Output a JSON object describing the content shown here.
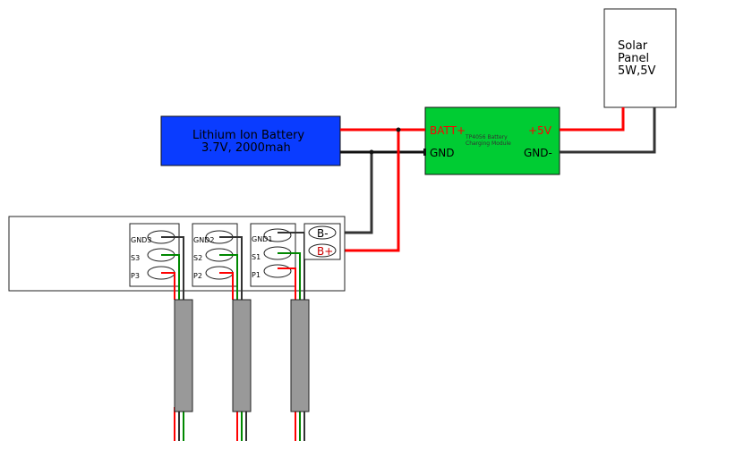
{
  "solar_panel": {
    "line1": "Solar",
    "line2": "Panel",
    "line3": "5W,5V"
  },
  "battery": {
    "line1": "Lithium Ion Battery",
    "line2": "3.7V, 2000mah",
    "fill": "#0a3cff"
  },
  "charger": {
    "title_line1": "TP4056 Battery",
    "title_line2": "Charging Module",
    "batt_plus": "BATT+",
    "gnd": "GND",
    "plus_5v": "+5V",
    "gnd_minus": "GND-",
    "fill": "#00cc33"
  },
  "board": {
    "headers": [
      {
        "gnd": "GND3",
        "signal": "S3",
        "power": "P3"
      },
      {
        "gnd": "GND2",
        "signal": "S2",
        "power": "P2"
      },
      {
        "gnd": "GND1",
        "signal": "S1",
        "power": "P1"
      }
    ],
    "battery_terminals": {
      "minus": "B-",
      "plus": "B+"
    }
  },
  "colors": {
    "positive_wire": "#ff0000",
    "ground_wire": "#333333",
    "signal_wire": "#008800",
    "cable_sleeve": "#999999",
    "terminal_text": "#cc0000"
  }
}
